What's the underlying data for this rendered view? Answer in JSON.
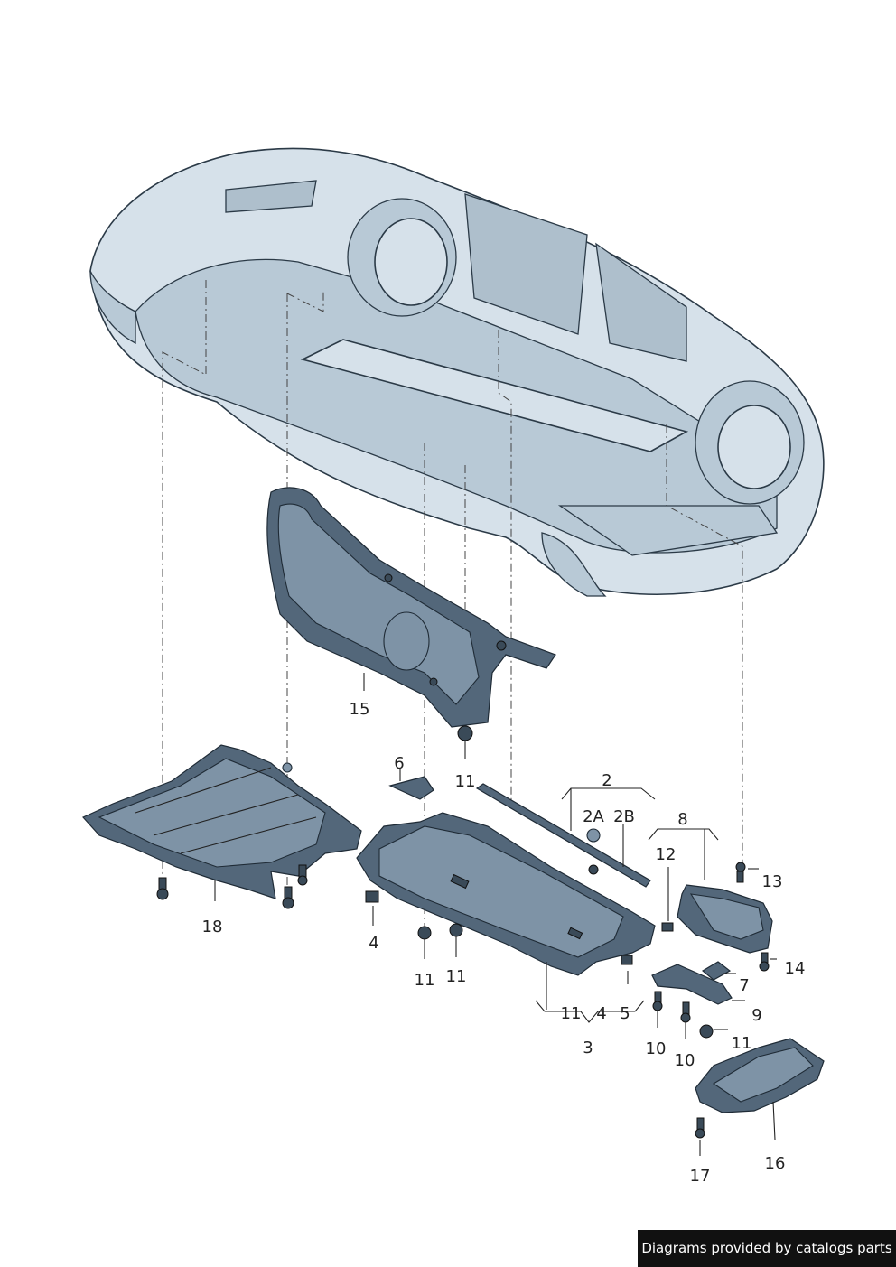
{
  "callouts": {
    "c2": "2",
    "c2A": "2A",
    "c2B": "2B",
    "c3": "3",
    "c4a": "4",
    "c4b": "4",
    "c5": "5",
    "c6": "6",
    "c7": "7",
    "c8": "8",
    "c9": "9",
    "c10a": "10",
    "c10b": "10",
    "c11a": "11",
    "c11b": "11",
    "c11c": "11",
    "c11d": "11",
    "c11e": "11",
    "c12": "12",
    "c13": "13",
    "c14": "14",
    "c15": "15",
    "c16": "16",
    "c17": "17",
    "c18": "18"
  },
  "footer": {
    "text": "Diagrams provided by catalogs parts"
  },
  "colors": {
    "body_fill": "#d6e1ea",
    "part_fill": "#53677a",
    "footer_bg": "#111111"
  }
}
